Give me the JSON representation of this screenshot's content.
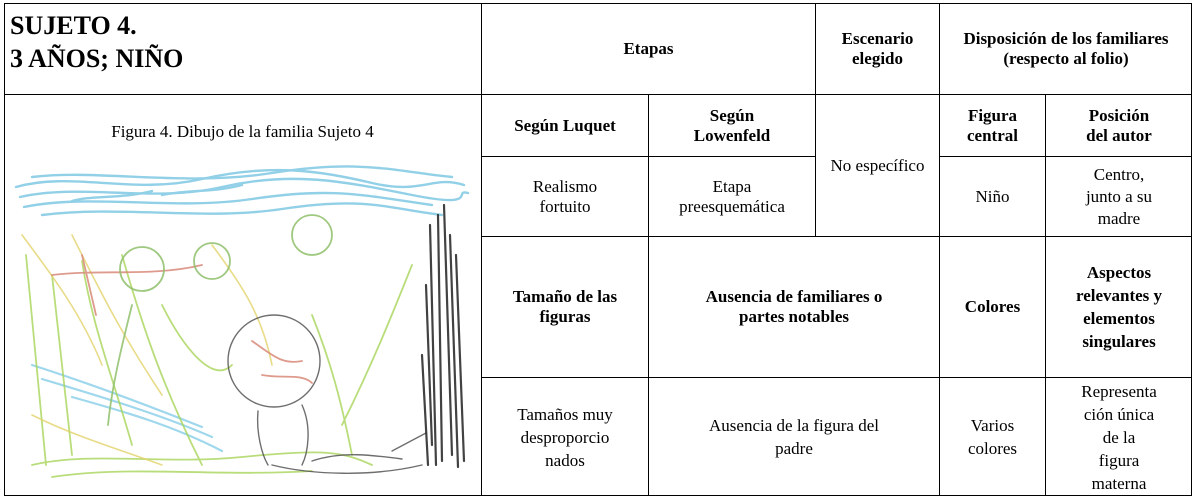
{
  "title": {
    "line1": "SUJETO 4.",
    "line2": "3 AÑOS; NIÑO"
  },
  "figure": {
    "caption": "Figura 4. Dibujo de la familia Sujeto 4",
    "image": "child-family-drawing-crayon"
  },
  "header": {
    "etapas": "Etapas",
    "escenario": "Escenario elegido",
    "disposicion": "Disposición de los familiares (respecto al folio)"
  },
  "subheader": {
    "luquet": "Según Luquet",
    "lowenfeld": "Según Lowenfeld",
    "figura_central": "Figura central",
    "posicion_autor": "Posición del autor"
  },
  "values1": {
    "luquet": "Realismo fortuito",
    "lowenfeld": "Etapa preesquemática",
    "escenario": "No específico",
    "figura_central": "Niño",
    "posicion_autor": "Centro, junto a su madre"
  },
  "header2": {
    "tamano": "Tamaño de las figuras",
    "ausencia": "Ausencia de familiares o partes notables",
    "colores": "Colores",
    "aspectos": "Aspectos relevantes y elementos singulares"
  },
  "values2": {
    "tamano": "Tamaños muy desproporcio nados",
    "ausencia": "Ausencia de la figura del padre",
    "colores": "Varios colores",
    "aspectos": "Representa ción única de la figura materna"
  }
}
